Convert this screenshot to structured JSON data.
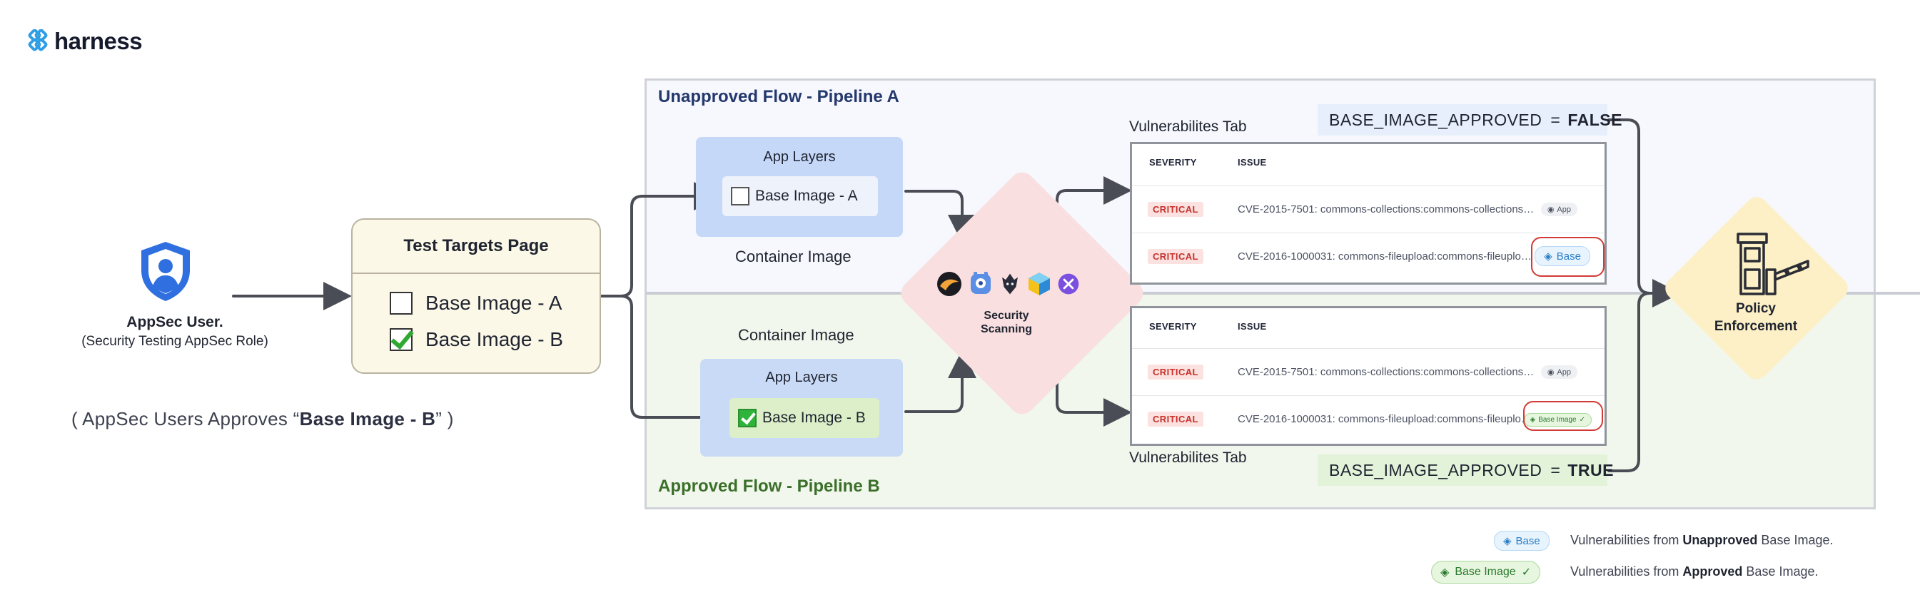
{
  "logo": {
    "text": "harness",
    "icon": "harness-logo-icon"
  },
  "user": {
    "icon": "shield-user-icon",
    "title": "AppSec User.",
    "role": "(Security Testing AppSec Role)",
    "note_prefix": "( AppSec Users Approves “",
    "note_bold": "Base Image - B",
    "note_suffix": "” )"
  },
  "test_targets": {
    "title": "Test Targets Page",
    "items": [
      {
        "label": "Base Image - A",
        "checked": false
      },
      {
        "label": "Base Image - B",
        "checked": true
      }
    ]
  },
  "unapproved_flow": {
    "title": "Unapproved Flow - Pipeline A",
    "app_layers": "App Layers",
    "base_image": "Base Image - A",
    "container_image": "Container Image",
    "vuln_tab_label": "Vulnerabilites Tab",
    "flag_name": "BASE_IMAGE_APPROVED",
    "flag_eq": "=",
    "flag_value": "FALSE"
  },
  "approved_flow": {
    "title": "Approved Flow - Pipeline B",
    "app_layers": "App Layers",
    "base_image": "Base Image - B",
    "container_image": "Container Image",
    "vuln_tab_label": "Vulnerabilites Tab",
    "flag_name": "BASE_IMAGE_APPROVED",
    "flag_eq": "=",
    "flag_value": "TRUE"
  },
  "security": {
    "label_line1": "Security",
    "label_line2": "Scanning",
    "tools": [
      "scanner-tool-1-icon",
      "scanner-tool-2-icon",
      "scanner-tool-3-icon",
      "scanner-tool-4-icon",
      "scanner-tool-5-icon"
    ]
  },
  "vuln_table": {
    "col_severity": "SEVERITY",
    "col_issue": "ISSUE",
    "top_rows": [
      {
        "severity": "CRITICAL",
        "issue": "CVE-2015-7501: commons-collections:commons-collections…",
        "tag": "App"
      },
      {
        "severity": "CRITICAL",
        "issue": "CVE-2016-1000031: commons-fileupload:commons-fileuploa…",
        "tag": "Base"
      }
    ],
    "bottom_rows": [
      {
        "severity": "CRITICAL",
        "issue": "CVE-2015-7501: commons-collections:commons-collections…",
        "tag": "App"
      },
      {
        "severity": "CRITICAL",
        "issue": "CVE-2016-1000031: commons-fileupload:commons-fileupload…",
        "tag": "Base Image"
      }
    ]
  },
  "policy": {
    "line1": "Policy",
    "line2": "Enforcement",
    "icon": "toll-gate-icon"
  },
  "legend": {
    "base_tag": "Base",
    "base_text_prefix": "Vulnerabilities from ",
    "base_text_bold": "Unapproved",
    "base_text_suffix": " Base Image.",
    "approved_tag": "Base Image",
    "approved_text_prefix": "Vulnerabilities from ",
    "approved_text_bold": "Approved",
    "approved_text_suffix": " Base Image."
  },
  "colors": {
    "unapproved_title": "#24386d",
    "approved_title": "#3b6f2a",
    "critical": "#c7322c",
    "accent_blue": "#2a7fc7",
    "accent_green": "#2b7a2e"
  }
}
